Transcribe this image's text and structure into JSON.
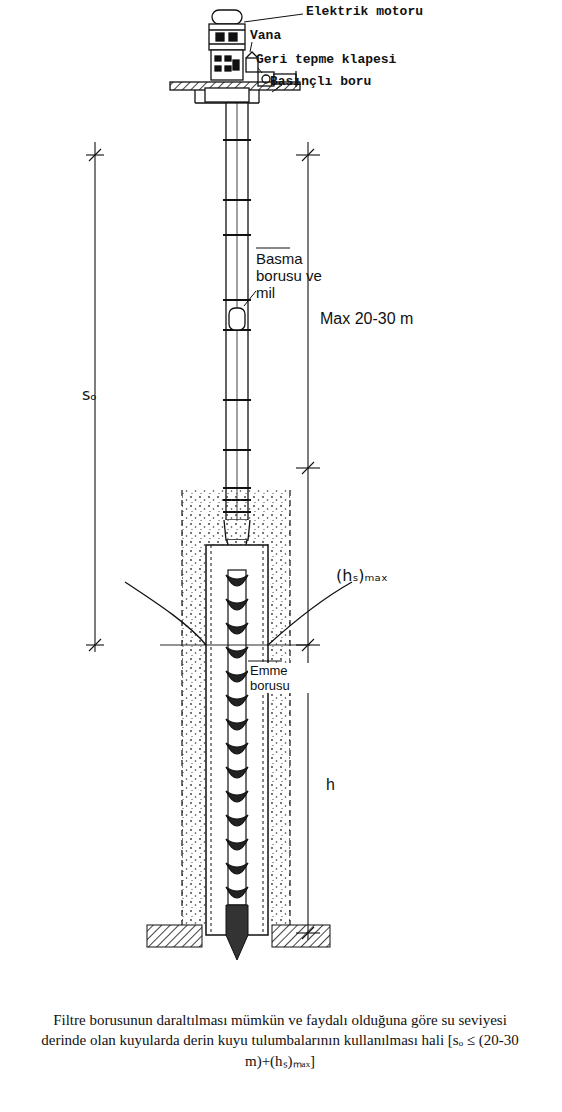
{
  "diagram": {
    "caption": "Filtre borusunun daraltılması mümkün ve faydalı olduğuna göre su seviyesi derinde olan kuyularda derin kuyu tulumbalarının kullanılması hali [sₒ ≤ (20-30 m)+(hₛ)ₘₐₓ]",
    "labels": [
      "Elektrik motoru",
      "Vana",
      "Geri tepme klapesi",
      "Basınçlı boru",
      "Basma borusu ve mil",
      "Max 20-30 m",
      "sₒ",
      "(hₛ)ₘₐₓ",
      "Emme borusu",
      "h"
    ]
  }
}
